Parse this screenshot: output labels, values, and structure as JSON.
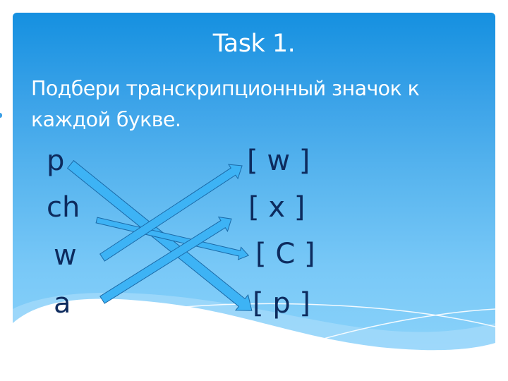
{
  "slide": {
    "title": "Task 1.",
    "instruction": "Подбери транскрипционный значок к каждой букве.",
    "letters": [
      {
        "id": "p",
        "text": "p"
      },
      {
        "id": "ch",
        "text": "ch"
      },
      {
        "id": "w",
        "text": "w"
      },
      {
        "id": "a",
        "text": "a"
      }
    ],
    "symbols": [
      {
        "id": "w",
        "text": "[ w ]"
      },
      {
        "id": "x",
        "text": "[ x ]"
      },
      {
        "id": "c",
        "text": "[ C ]"
      },
      {
        "id": "p",
        "text": "[ p ]"
      }
    ],
    "matches": [
      {
        "from": "p",
        "to": "[ p ]"
      },
      {
        "from": "ch",
        "to": "[ C ]"
      },
      {
        "from": "w",
        "to": "[ w ]"
      },
      {
        "from": "a",
        "to": "[ x ]"
      }
    ],
    "colors": {
      "panel_top": "#1590e0",
      "panel_bottom": "#8ad2fa",
      "text_dark": "#0d2b5e",
      "arrow_fill": "#3db3f5",
      "arrow_stroke": "#1b6aa8"
    }
  }
}
